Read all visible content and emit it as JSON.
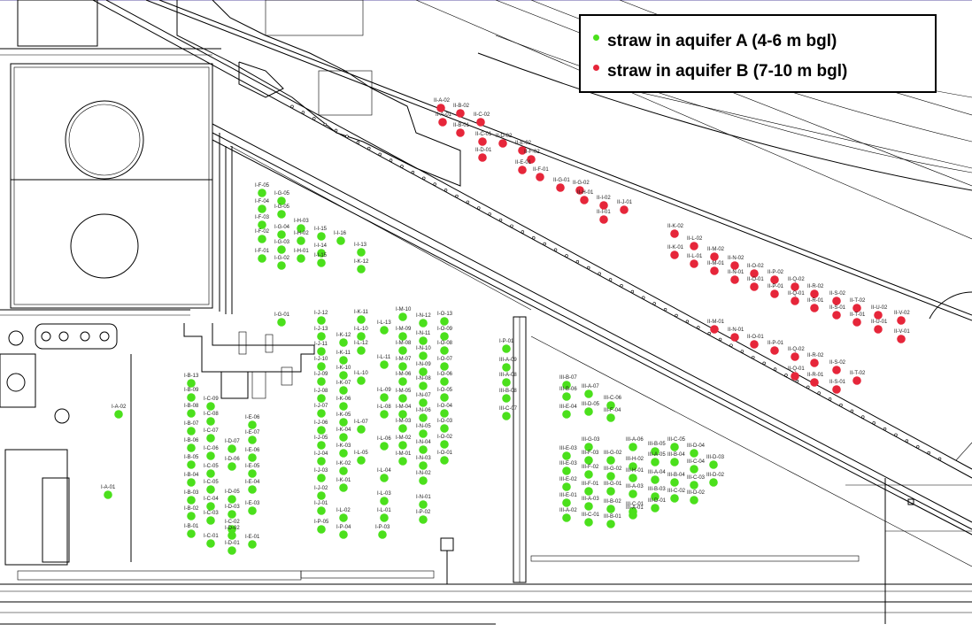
{
  "legend": {
    "items": [
      {
        "label": "straw in aquifer A (4-6 m bgl)",
        "color": "#4be01c"
      },
      {
        "label": "straw in aquifer B (7-10 m bgl)",
        "color": "#e6263a"
      }
    ]
  },
  "aquifer_a_straws": [
    {
      "id": "I-F-05"
    },
    {
      "id": "I-G-05"
    },
    {
      "id": "I-F-04"
    },
    {
      "id": "I-G-05"
    },
    {
      "id": "I-F-03"
    },
    {
      "id": "I-H-03"
    },
    {
      "id": "I-F-02"
    },
    {
      "id": "I-G-04"
    },
    {
      "id": "I-H-02"
    },
    {
      "id": "I-I-15"
    },
    {
      "id": "I-I-16"
    },
    {
      "id": "I-G-03"
    },
    {
      "id": "I-I-14"
    },
    {
      "id": "I-I-13"
    },
    {
      "id": "I-F-01"
    },
    {
      "id": "I-G-02"
    },
    {
      "id": "I-H-01"
    },
    {
      "id": "I-I-15"
    },
    {
      "id": "I-K-12"
    },
    {
      "id": "I-G-01"
    },
    {
      "id": "I-A-02"
    },
    {
      "id": "I-A-01"
    },
    {
      "id": "I-B-13"
    },
    {
      "id": "I-B-09"
    },
    {
      "id": "I-C-09"
    },
    {
      "id": "I-B-08"
    },
    {
      "id": "I-C-08"
    },
    {
      "id": "I-E-06"
    },
    {
      "id": "I-B-07"
    },
    {
      "id": "I-C-07"
    },
    {
      "id": "I-E-07"
    },
    {
      "id": "I-B-06"
    },
    {
      "id": "I-D-07"
    },
    {
      "id": "I-C-06"
    },
    {
      "id": "I-E-06"
    },
    {
      "id": "I-B-05"
    },
    {
      "id": "I-C-05"
    },
    {
      "id": "I-D-06"
    },
    {
      "id": "I-E-05"
    },
    {
      "id": "I-B-04"
    },
    {
      "id": "I-C-05"
    },
    {
      "id": "I-E-04"
    },
    {
      "id": "I-B-03"
    },
    {
      "id": "I-C-04"
    },
    {
      "id": "I-D-05"
    },
    {
      "id": "I-C-03"
    },
    {
      "id": "I-E-03"
    },
    {
      "id": "I-B-02"
    },
    {
      "id": "I-D-03"
    },
    {
      "id": "I-C-02"
    },
    {
      "id": "I-B-01"
    },
    {
      "id": "I-D-02"
    },
    {
      "id": "I-C-01"
    },
    {
      "id": "I-E-01"
    },
    {
      "id": "I-D-01"
    },
    {
      "id": "I-J-12"
    },
    {
      "id": "I-K-11"
    },
    {
      "id": "I-M-10"
    },
    {
      "id": "I-N-12"
    },
    {
      "id": "I-O-13"
    },
    {
      "id": "I-J-13"
    },
    {
      "id": "I-L-13"
    },
    {
      "id": "I-L-10"
    },
    {
      "id": "I-M-09"
    },
    {
      "id": "I-N-11"
    },
    {
      "id": "I-O-09"
    },
    {
      "id": "I-J-11"
    },
    {
      "id": "I-K-12"
    },
    {
      "id": "I-L-12"
    },
    {
      "id": "I-M-08"
    },
    {
      "id": "I-N-10"
    },
    {
      "id": "I-O-08"
    },
    {
      "id": "I-J-10"
    },
    {
      "id": "I-K-11"
    },
    {
      "id": "I-L-11"
    },
    {
      "id": "I-M-07"
    },
    {
      "id": "I-N-09"
    },
    {
      "id": "I-O-07"
    },
    {
      "id": "I-J-09"
    },
    {
      "id": "I-K-10"
    },
    {
      "id": "I-L-10"
    },
    {
      "id": "I-M-06"
    },
    {
      "id": "I-N-08"
    },
    {
      "id": "I-O-06"
    },
    {
      "id": "I-J-08"
    },
    {
      "id": "I-K-07"
    },
    {
      "id": "I-L-09"
    },
    {
      "id": "I-M-05"
    },
    {
      "id": "I-N-07"
    },
    {
      "id": "I-O-05"
    },
    {
      "id": "I-J-07"
    },
    {
      "id": "I-K-06"
    },
    {
      "id": "I-L-08"
    },
    {
      "id": "I-M-04"
    },
    {
      "id": "I-N-06"
    },
    {
      "id": "I-O-04"
    },
    {
      "id": "I-J-06"
    },
    {
      "id": "I-K-05"
    },
    {
      "id": "I-L-07"
    },
    {
      "id": "I-M-03"
    },
    {
      "id": "I-N-05"
    },
    {
      "id": "I-O-03"
    },
    {
      "id": "I-J-05"
    },
    {
      "id": "I-K-04"
    },
    {
      "id": "I-L-06"
    },
    {
      "id": "I-M-02"
    },
    {
      "id": "I-N-04"
    },
    {
      "id": "I-O-02"
    },
    {
      "id": "I-J-04"
    },
    {
      "id": "I-K-03"
    },
    {
      "id": "I-L-05"
    },
    {
      "id": "I-M-01"
    },
    {
      "id": "I-N-03"
    },
    {
      "id": "I-O-01"
    },
    {
      "id": "I-J-03"
    },
    {
      "id": "I-K-02"
    },
    {
      "id": "I-L-04"
    },
    {
      "id": "I-N-02"
    },
    {
      "id": "I-J-02"
    },
    {
      "id": "I-K-01"
    },
    {
      "id": "I-L-03"
    },
    {
      "id": "I-N-01"
    },
    {
      "id": "I-J-01"
    },
    {
      "id": "I-L-02"
    },
    {
      "id": "I-L-01"
    },
    {
      "id": "I-P-05"
    },
    {
      "id": "I-P-04"
    },
    {
      "id": "I-P-03"
    },
    {
      "id": "I-P-02"
    },
    {
      "id": "I-P-01"
    },
    {
      "id": "III-A-09"
    },
    {
      "id": "III-A-08"
    },
    {
      "id": "III-B-08"
    },
    {
      "id": "III-C-07"
    },
    {
      "id": "III-B-07"
    },
    {
      "id": "III-A-07"
    },
    {
      "id": "III-C-06"
    },
    {
      "id": "III-B-06"
    },
    {
      "id": "III-D-05"
    },
    {
      "id": "III-E-04"
    },
    {
      "id": "III-F-04"
    },
    {
      "id": "III-G-03"
    },
    {
      "id": "III-A-06"
    },
    {
      "id": "III-B-05"
    },
    {
      "id": "III-C-05"
    },
    {
      "id": "III-D-04"
    },
    {
      "id": "III-E-03"
    },
    {
      "id": "III-F-03"
    },
    {
      "id": "III-G-02"
    },
    {
      "id": "III-H-02"
    },
    {
      "id": "III-A-05"
    },
    {
      "id": "III-B-04"
    },
    {
      "id": "III-C-04"
    },
    {
      "id": "III-D-03"
    },
    {
      "id": "III-E-03"
    },
    {
      "id": "III-F-02"
    },
    {
      "id": "III-G-02"
    },
    {
      "id": "III-H-01"
    },
    {
      "id": "III-A-04"
    },
    {
      "id": "III-B-04"
    },
    {
      "id": "III-C-03"
    },
    {
      "id": "III-D-02"
    },
    {
      "id": "III-E-02"
    },
    {
      "id": "III-F-01"
    },
    {
      "id": "III-G-01"
    },
    {
      "id": "III-A-03"
    },
    {
      "id": "III-B-03"
    },
    {
      "id": "III-C-02"
    },
    {
      "id": "III-D-02"
    },
    {
      "id": "III-E-01"
    },
    {
      "id": "III-A-03"
    },
    {
      "id": "III-B-02"
    },
    {
      "id": "III-C-01"
    },
    {
      "id": "III-D-01"
    },
    {
      "id": "III-A-02"
    },
    {
      "id": "III-C-01"
    },
    {
      "id": "III-B-01"
    },
    {
      "id": "III-A-01"
    }
  ],
  "aquifer_b_straws": [
    {
      "id": "II-A-02"
    },
    {
      "id": "II-B-02"
    },
    {
      "id": "II-A-01"
    },
    {
      "id": "II-C-02"
    },
    {
      "id": "II-B-01"
    },
    {
      "id": "II-C-01"
    },
    {
      "id": "II-D-02"
    },
    {
      "id": "II-D-01"
    },
    {
      "id": "II-E-02"
    },
    {
      "id": "II-F-02"
    },
    {
      "id": "II-E-01"
    },
    {
      "id": "II-F-01"
    },
    {
      "id": "II-G-01"
    },
    {
      "id": "II-G-02"
    },
    {
      "id": "II-H-01"
    },
    {
      "id": "II-I-02"
    },
    {
      "id": "II-J-01"
    },
    {
      "id": "II-I-01"
    },
    {
      "id": "II-K-02"
    },
    {
      "id": "II-L-02"
    },
    {
      "id": "II-K-01"
    },
    {
      "id": "II-M-02"
    },
    {
      "id": "II-L-01"
    },
    {
      "id": "II-N-02"
    },
    {
      "id": "II-M-01"
    },
    {
      "id": "II-O-02"
    },
    {
      "id": "II-N-01"
    },
    {
      "id": "II-P-02"
    },
    {
      "id": "II-O-01"
    },
    {
      "id": "II-Q-02"
    },
    {
      "id": "II-P-01"
    },
    {
      "id": "II-R-02"
    },
    {
      "id": "II-Q-01"
    },
    {
      "id": "II-S-02"
    },
    {
      "id": "II-R-01"
    },
    {
      "id": "II-T-02"
    },
    {
      "id": "II-S-01"
    },
    {
      "id": "II-U-02"
    },
    {
      "id": "II-T-01"
    },
    {
      "id": "II-V-02"
    },
    {
      "id": "II-U-01"
    },
    {
      "id": "II-V-01"
    },
    {
      "id": "II-M-01"
    },
    {
      "id": "II-N-01"
    },
    {
      "id": "II-O-01"
    },
    {
      "id": "II-P-01"
    },
    {
      "id": "II-Q-02"
    },
    {
      "id": "II-R-02"
    },
    {
      "id": "II-S-02"
    },
    {
      "id": "II-T-02"
    },
    {
      "id": "II-Q-01"
    },
    {
      "id": "II-R-01"
    },
    {
      "id": "II-S-01"
    }
  ]
}
